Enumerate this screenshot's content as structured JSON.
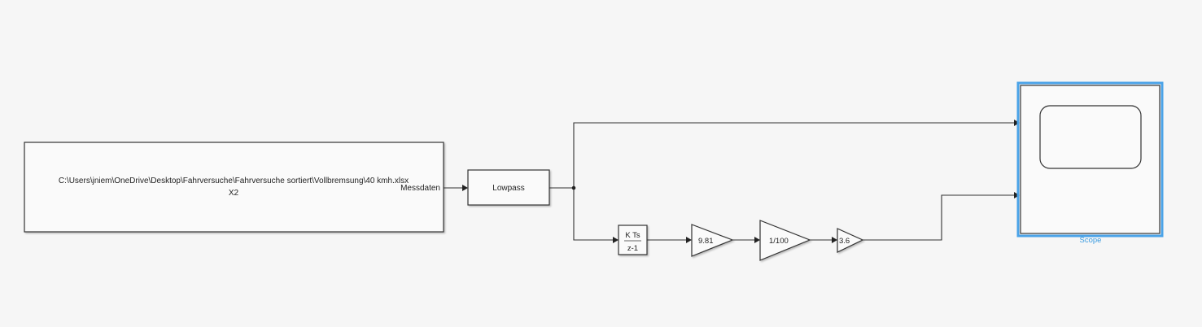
{
  "blocks": {
    "from_spreadsheet": {
      "file_path": "C:\\Users\\jniem\\OneDrive\\Desktop\\Fahrversuche\\Fahrversuche sortiert\\Vollbremsung\\40 kmh.xlsx",
      "sheet": "X2",
      "output_port": "Messdaten"
    },
    "lowpass": {
      "label": "Lowpass"
    },
    "integrator": {
      "numerator": "K Ts",
      "denominator": "z-1"
    },
    "gain1": {
      "value": "9.81"
    },
    "gain2": {
      "value": "1/100"
    },
    "gain3": {
      "value": "3.6"
    },
    "scope": {
      "label": "Scope"
    }
  },
  "colors": {
    "selection": "#4aa3e8",
    "scope_label": "#3a9be0",
    "line": "#333333"
  }
}
